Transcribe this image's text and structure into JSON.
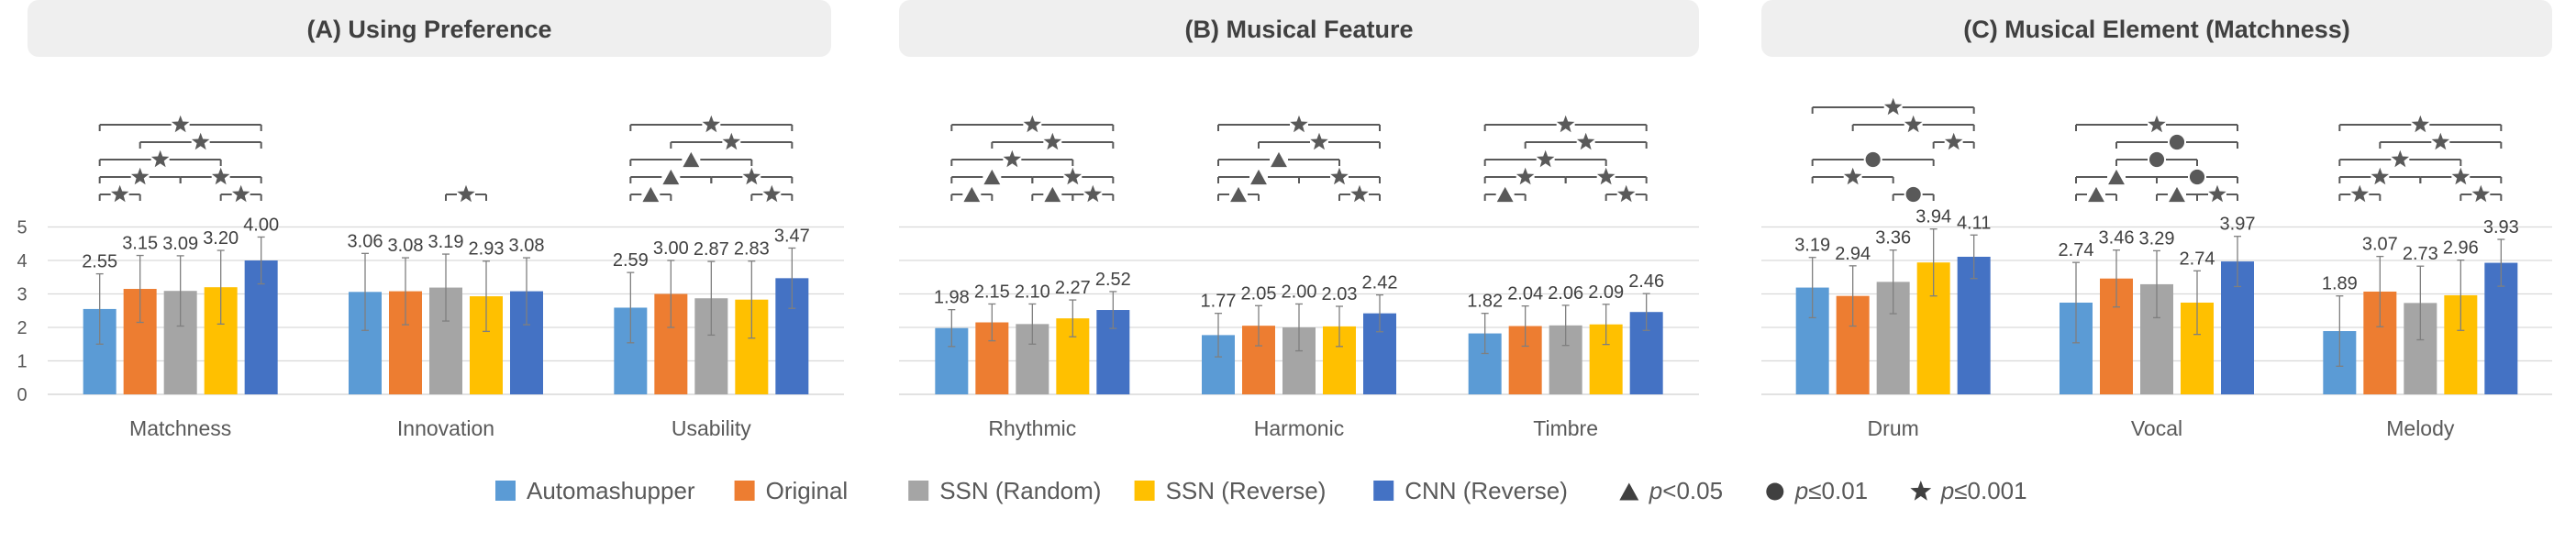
{
  "chart_data": [
    {
      "type": "bar",
      "title": "(A) Using Preference",
      "categories": [
        "Matchness",
        "Innovation",
        "Usability"
      ],
      "ylim": [
        0,
        5
      ],
      "yticks": [
        0,
        1,
        2,
        3,
        4,
        5
      ],
      "grid": true,
      "series": [
        {
          "name": "Automashupper",
          "values": [
            2.55,
            3.06,
            2.59
          ],
          "error": [
            1.05,
            1.15,
            1.05
          ]
        },
        {
          "name": "Original",
          "values": [
            3.15,
            3.08,
            3.0
          ],
          "error": [
            1.0,
            1.0,
            1.0
          ]
        },
        {
          "name": "SSN (Random)",
          "values": [
            3.09,
            3.19,
            2.87
          ],
          "error": [
            1.05,
            1.0,
            1.1
          ]
        },
        {
          "name": "SSN (Reverse)",
          "values": [
            3.2,
            2.93,
            2.83
          ],
          "error": [
            1.1,
            1.05,
            1.15
          ]
        },
        {
          "name": "CNN (Reverse)",
          "values": [
            4.0,
            3.08,
            3.47
          ],
          "error": [
            0.7,
            1.0,
            0.9
          ]
        }
      ],
      "significance": [
        {
          "category": 0,
          "from": 0,
          "to": 1,
          "level": 1,
          "symbol": "star"
        },
        {
          "category": 0,
          "from": 3,
          "to": 4,
          "level": 1,
          "symbol": "star"
        },
        {
          "category": 0,
          "from": 0,
          "to": 2,
          "level": 2,
          "symbol": "star"
        },
        {
          "category": 0,
          "from": 2,
          "to": 4,
          "level": 2,
          "symbol": "star"
        },
        {
          "category": 0,
          "from": 0,
          "to": 3,
          "level": 3,
          "symbol": "star"
        },
        {
          "category": 0,
          "from": 1,
          "to": 4,
          "level": 4,
          "symbol": "star"
        },
        {
          "category": 0,
          "from": 0,
          "to": 4,
          "level": 5,
          "symbol": "star"
        },
        {
          "category": 1,
          "from": 2,
          "to": 3,
          "level": 1,
          "symbol": "star"
        },
        {
          "category": 2,
          "from": 0,
          "to": 1,
          "level": 1,
          "symbol": "triangle"
        },
        {
          "category": 2,
          "from": 3,
          "to": 4,
          "level": 1,
          "symbol": "star"
        },
        {
          "category": 2,
          "from": 0,
          "to": 2,
          "level": 2,
          "symbol": "triangle"
        },
        {
          "category": 2,
          "from": 2,
          "to": 4,
          "level": 2,
          "symbol": "star"
        },
        {
          "category": 2,
          "from": 0,
          "to": 3,
          "level": 3,
          "symbol": "triangle"
        },
        {
          "category": 2,
          "from": 1,
          "to": 4,
          "level": 4,
          "symbol": "star"
        },
        {
          "category": 2,
          "from": 0,
          "to": 4,
          "level": 5,
          "symbol": "star"
        }
      ]
    },
    {
      "type": "bar",
      "title": "(B) Musical Feature",
      "categories": [
        "Rhythmic",
        "Harmonic",
        "Timbre"
      ],
      "ylim": [
        0,
        5
      ],
      "yticks": [
        0,
        1,
        2,
        3,
        4,
        5
      ],
      "grid": true,
      "series": [
        {
          "name": "Automashupper",
          "values": [
            1.98,
            1.77,
            1.82
          ],
          "error": [
            0.55,
            0.65,
            0.6
          ]
        },
        {
          "name": "Original",
          "values": [
            2.15,
            2.05,
            2.04
          ],
          "error": [
            0.55,
            0.6,
            0.6
          ]
        },
        {
          "name": "SSN (Random)",
          "values": [
            2.1,
            2.0,
            2.06
          ],
          "error": [
            0.6,
            0.7,
            0.6
          ]
        },
        {
          "name": "SSN (Reverse)",
          "values": [
            2.27,
            2.03,
            2.09
          ],
          "error": [
            0.55,
            0.6,
            0.6
          ]
        },
        {
          "name": "CNN (Reverse)",
          "values": [
            2.52,
            2.42,
            2.46
          ],
          "error": [
            0.55,
            0.55,
            0.55
          ]
        }
      ],
      "significance": [
        {
          "category": 0,
          "from": 0,
          "to": 1,
          "level": 1,
          "symbol": "triangle"
        },
        {
          "category": 0,
          "from": 2,
          "to": 3,
          "level": 1,
          "symbol": "triangle"
        },
        {
          "category": 0,
          "from": 3,
          "to": 4,
          "level": 1,
          "symbol": "star"
        },
        {
          "category": 0,
          "from": 0,
          "to": 2,
          "level": 2,
          "symbol": "triangle"
        },
        {
          "category": 0,
          "from": 2,
          "to": 4,
          "level": 2,
          "symbol": "star"
        },
        {
          "category": 0,
          "from": 0,
          "to": 3,
          "level": 3,
          "symbol": "star"
        },
        {
          "category": 0,
          "from": 1,
          "to": 4,
          "level": 4,
          "symbol": "star"
        },
        {
          "category": 0,
          "from": 0,
          "to": 4,
          "level": 5,
          "symbol": "star"
        },
        {
          "category": 1,
          "from": 0,
          "to": 1,
          "level": 1,
          "symbol": "triangle"
        },
        {
          "category": 1,
          "from": 3,
          "to": 4,
          "level": 1,
          "symbol": "star"
        },
        {
          "category": 1,
          "from": 0,
          "to": 2,
          "level": 2,
          "symbol": "triangle"
        },
        {
          "category": 1,
          "from": 2,
          "to": 4,
          "level": 2,
          "symbol": "star"
        },
        {
          "category": 1,
          "from": 0,
          "to": 3,
          "level": 3,
          "symbol": "triangle"
        },
        {
          "category": 1,
          "from": 1,
          "to": 4,
          "level": 4,
          "symbol": "star"
        },
        {
          "category": 1,
          "from": 0,
          "to": 4,
          "level": 5,
          "symbol": "star"
        },
        {
          "category": 2,
          "from": 0,
          "to": 1,
          "level": 1,
          "symbol": "triangle"
        },
        {
          "category": 2,
          "from": 3,
          "to": 4,
          "level": 1,
          "symbol": "star"
        },
        {
          "category": 2,
          "from": 0,
          "to": 2,
          "level": 2,
          "symbol": "star"
        },
        {
          "category": 2,
          "from": 2,
          "to": 4,
          "level": 2,
          "symbol": "star"
        },
        {
          "category": 2,
          "from": 0,
          "to": 3,
          "level": 3,
          "symbol": "star"
        },
        {
          "category": 2,
          "from": 1,
          "to": 4,
          "level": 4,
          "symbol": "star"
        },
        {
          "category": 2,
          "from": 0,
          "to": 4,
          "level": 5,
          "symbol": "star"
        }
      ]
    },
    {
      "type": "bar",
      "title": "(C) Musical Element (Matchness)",
      "categories": [
        "Drum",
        "Vocal",
        "Melody"
      ],
      "ylim": [
        0,
        5
      ],
      "yticks": [
        0,
        1,
        2,
        3,
        4,
        5
      ],
      "grid": true,
      "series": [
        {
          "name": "Automashupper",
          "values": [
            3.19,
            2.74,
            1.89
          ],
          "error": [
            0.9,
            1.2,
            1.05
          ]
        },
        {
          "name": "Original",
          "values": [
            2.94,
            3.46,
            3.07
          ],
          "error": [
            0.9,
            0.85,
            1.05
          ]
        },
        {
          "name": "SSN (Random)",
          "values": [
            3.36,
            3.29,
            2.73
          ],
          "error": [
            0.95,
            1.0,
            1.1
          ]
        },
        {
          "name": "SSN (Reverse)",
          "values": [
            3.94,
            2.74,
            2.96
          ],
          "error": [
            1.0,
            0.95,
            1.05
          ]
        },
        {
          "name": "CNN (Reverse)",
          "values": [
            4.11,
            3.97,
            3.93
          ],
          "error": [
            0.65,
            0.75,
            0.7
          ]
        }
      ],
      "significance": [
        {
          "category": 0,
          "from": 2,
          "to": 3,
          "level": 1,
          "symbol": "circle"
        },
        {
          "category": 0,
          "from": 0,
          "to": 2,
          "level": 2,
          "symbol": "star"
        },
        {
          "category": 0,
          "from": 0,
          "to": 3,
          "level": 3,
          "symbol": "circle"
        },
        {
          "category": 0,
          "from": 3,
          "to": 4,
          "level": 4,
          "symbol": "star"
        },
        {
          "category": 0,
          "from": 1,
          "to": 4,
          "level": 5,
          "symbol": "star"
        },
        {
          "category": 0,
          "from": 0,
          "to": 4,
          "level": 6,
          "symbol": "star"
        },
        {
          "category": 1,
          "from": 0,
          "to": 1,
          "level": 1,
          "symbol": "triangle"
        },
        {
          "category": 1,
          "from": 2,
          "to": 3,
          "level": 1,
          "symbol": "triangle"
        },
        {
          "category": 1,
          "from": 3,
          "to": 4,
          "level": 1,
          "symbol": "star"
        },
        {
          "category": 1,
          "from": 0,
          "to": 2,
          "level": 2,
          "symbol": "triangle"
        },
        {
          "category": 1,
          "from": 2,
          "to": 4,
          "level": 2,
          "symbol": "circle"
        },
        {
          "category": 1,
          "from": 1,
          "to": 3,
          "level": 3,
          "symbol": "circle"
        },
        {
          "category": 1,
          "from": 1,
          "to": 4,
          "level": 4,
          "symbol": "circle"
        },
        {
          "category": 1,
          "from": 0,
          "to": 4,
          "level": 5,
          "symbol": "star"
        },
        {
          "category": 2,
          "from": 0,
          "to": 1,
          "level": 1,
          "symbol": "star"
        },
        {
          "category": 2,
          "from": 3,
          "to": 4,
          "level": 1,
          "symbol": "star"
        },
        {
          "category": 2,
          "from": 0,
          "to": 2,
          "level": 2,
          "symbol": "star"
        },
        {
          "category": 2,
          "from": 2,
          "to": 4,
          "level": 2,
          "symbol": "star"
        },
        {
          "category": 2,
          "from": 0,
          "to": 3,
          "level": 3,
          "symbol": "star"
        },
        {
          "category": 2,
          "from": 1,
          "to": 4,
          "level": 4,
          "symbol": "star"
        },
        {
          "category": 2,
          "from": 0,
          "to": 4,
          "level": 5,
          "symbol": "star"
        }
      ]
    }
  ],
  "legend": {
    "placement": "bottom-center",
    "series": [
      {
        "name": "Automashupper",
        "color": "#5B9BD5"
      },
      {
        "name": "Original",
        "color": "#ED7D31"
      },
      {
        "name": "SSN (Random)",
        "color": "#A5A5A5"
      },
      {
        "name": "SSN (Reverse)",
        "color": "#FFC000"
      },
      {
        "name": "CNN (Reverse)",
        "color": "#4472C4"
      }
    ],
    "significance": [
      {
        "icon": "triangle-icon",
        "var": "p",
        "rel": "<0.05"
      },
      {
        "icon": "circle-icon",
        "var": "p",
        "rel": "≤0.01"
      },
      {
        "icon": "star-icon",
        "var": "p",
        "rel": "≤0.001"
      }
    ]
  },
  "colors": {
    "title_bg": "#EFEFEF",
    "title_text": "#404040",
    "grid": "#D9D9D9",
    "axis_text": "#595959",
    "bracket": "#595959",
    "errorbar": "#7F7F7F"
  }
}
